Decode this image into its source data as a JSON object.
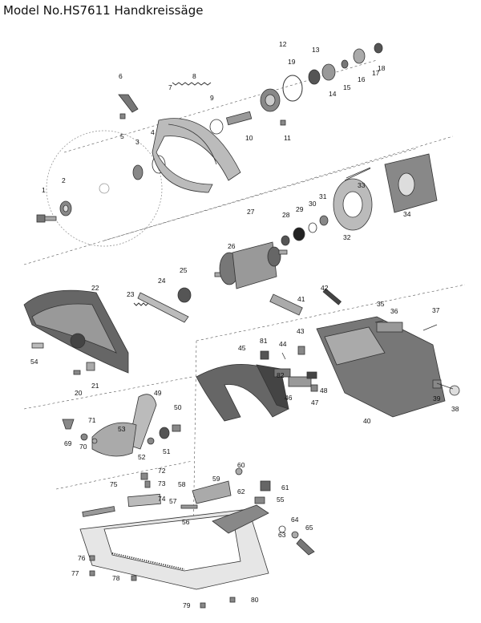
{
  "header": {
    "title": "Model No.HS7611 Handkreissäge"
  },
  "colors": {
    "part_fill": "#a9a9a9",
    "part_dark": "#5a5a5a",
    "outline": "#333333"
  },
  "labels": [
    "1",
    "2",
    "3",
    "4",
    "5",
    "6",
    "7",
    "8",
    "9",
    "10",
    "11",
    "12",
    "13",
    "14",
    "15",
    "16",
    "17",
    "18",
    "19",
    "20",
    "21",
    "22",
    "23",
    "24",
    "25",
    "26",
    "27",
    "28",
    "29",
    "30",
    "31",
    "32",
    "33",
    "34",
    "35",
    "36",
    "37",
    "38",
    "39",
    "40",
    "41",
    "42",
    "43",
    "44",
    "45",
    "46",
    "47",
    "48",
    "49",
    "50",
    "51",
    "52",
    "53",
    "54",
    "55",
    "56",
    "57",
    "58",
    "59",
    "60",
    "61",
    "62",
    "63",
    "64",
    "65",
    "69",
    "70",
    "71",
    "72",
    "73",
    "74",
    "75",
    "76",
    "77",
    "78",
    "79",
    "80",
    "81",
    "82"
  ]
}
